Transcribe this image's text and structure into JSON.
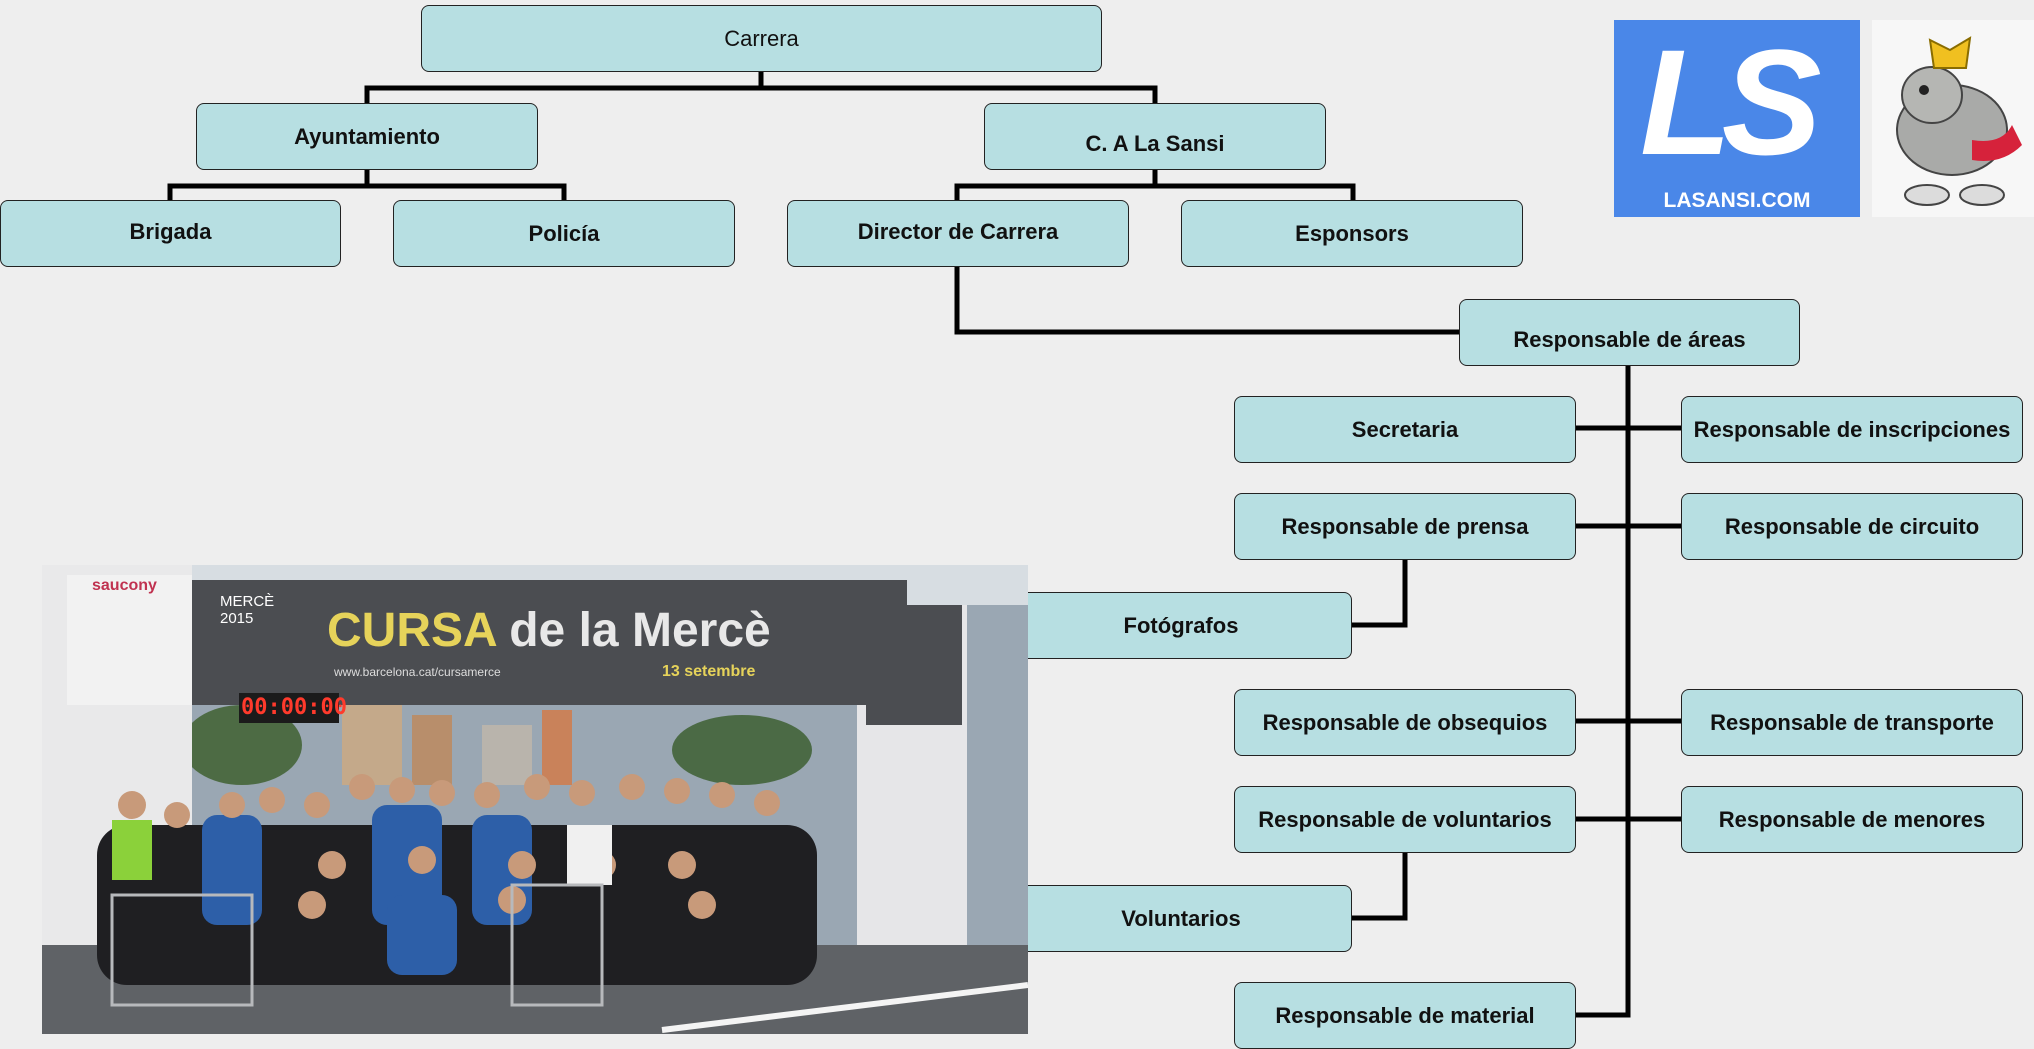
{
  "org_chart": {
    "carrera": "Carrera",
    "ayuntamiento": "Ayuntamiento",
    "club": "C. A La Sansi",
    "brigada": "Brigada",
    "policia": "Policía",
    "director": "Director de Carrera",
    "esponsors": "Esponsors",
    "resp_areas": "Responsable de áreas",
    "secretaria": "Secretaria",
    "resp_inscripciones": "Responsable de inscripciones",
    "resp_prensa": "Responsable de prensa",
    "resp_circuito": "Responsable de circuito",
    "fotografos": "Fotógrafos",
    "resp_obsequios": "Responsable de obsequios",
    "resp_transporte": "Responsable de transporte",
    "resp_voluntarios": "Responsable de voluntarios",
    "resp_menores": "Responsable de menores",
    "voluntarios": "Voluntarios",
    "resp_material": "Responsable de material"
  },
  "logo": {
    "letters": "LS",
    "site": "LASANSI.COM"
  },
  "photo": {
    "banner_title_1": "CURSA",
    "banner_title_2": "de la Mercè",
    "banner_date": "13 setembre",
    "banner_url": "www.barcelona.cat/cursamerce",
    "banner_event": "MERCÈ 2015",
    "banner_sponsor": "saucony",
    "clock": "00:00:00"
  },
  "colors": {
    "box_fill": "#b7dfe2",
    "connector": "#000000",
    "background": "#eeeeee",
    "logo_blue": "#4a87e8"
  }
}
